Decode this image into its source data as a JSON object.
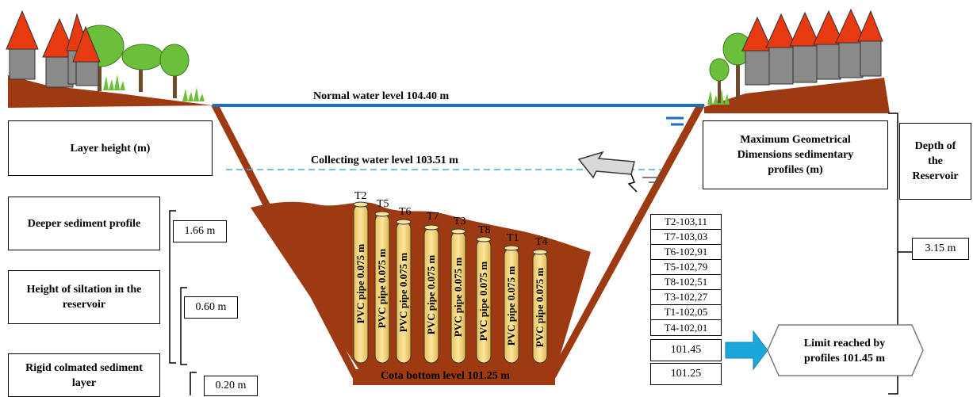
{
  "water_levels": {
    "normal": "Normal water level 104.40 m",
    "collecting": "Collecting water level 103.51 m",
    "bottom": "Cota bottom level 101.25 m"
  },
  "left_panel": {
    "header": "Layer height (m)",
    "rows": [
      {
        "label": "Deeper sediment profile",
        "value": "1.66 m"
      },
      {
        "label": "Height of siltation in the reservoir",
        "value": "0.60 m"
      },
      {
        "label": "Rigid colmated sediment layer",
        "value": "0.20 m"
      }
    ]
  },
  "right_panel": {
    "header": "Maximum Geometrical Dimensions sedimentary profiles (m)",
    "profiles": [
      "T2-103,11",
      "T7-103,03",
      "T6-102,91",
      "T5-102,79",
      "T8-102,51",
      "T3-102,27",
      "T1-102,05",
      "T4-102,01"
    ],
    "limit_value": "101.45",
    "bottom_value": "101.25",
    "limit_label": "Limit reached by profiles 101.45 m"
  },
  "depth": {
    "header": "Depth of the Reservoir",
    "value": "3.15 m"
  },
  "pipes": [
    {
      "id": "T2",
      "text": "PVC pipe 0.075 m"
    },
    {
      "id": "T5",
      "text": "PVC pipe 0.075 m"
    },
    {
      "id": "T6",
      "text": "PVC pipe 0.075 m"
    },
    {
      "id": "T7",
      "text": "PVC pipe 0.075 m"
    },
    {
      "id": "T3",
      "text": "PVC pipe 0.075 m"
    },
    {
      "id": "T8",
      "text": "PVC pipe 0.075 m"
    },
    {
      "id": "T1",
      "text": "PVC pipe 0.075 m"
    },
    {
      "id": "T4",
      "text": "PVC pipe 0.075 m"
    }
  ],
  "colors": {
    "soil": "#9e3a12",
    "water_line": "#1a6fc4",
    "dashed_water": "#4aa8e0",
    "pipe": "#f7d77a",
    "roof": "#e83a10",
    "house": "#8a8a8a",
    "tree": "#6bbf3a",
    "arrow": "#1aa7dc"
  }
}
